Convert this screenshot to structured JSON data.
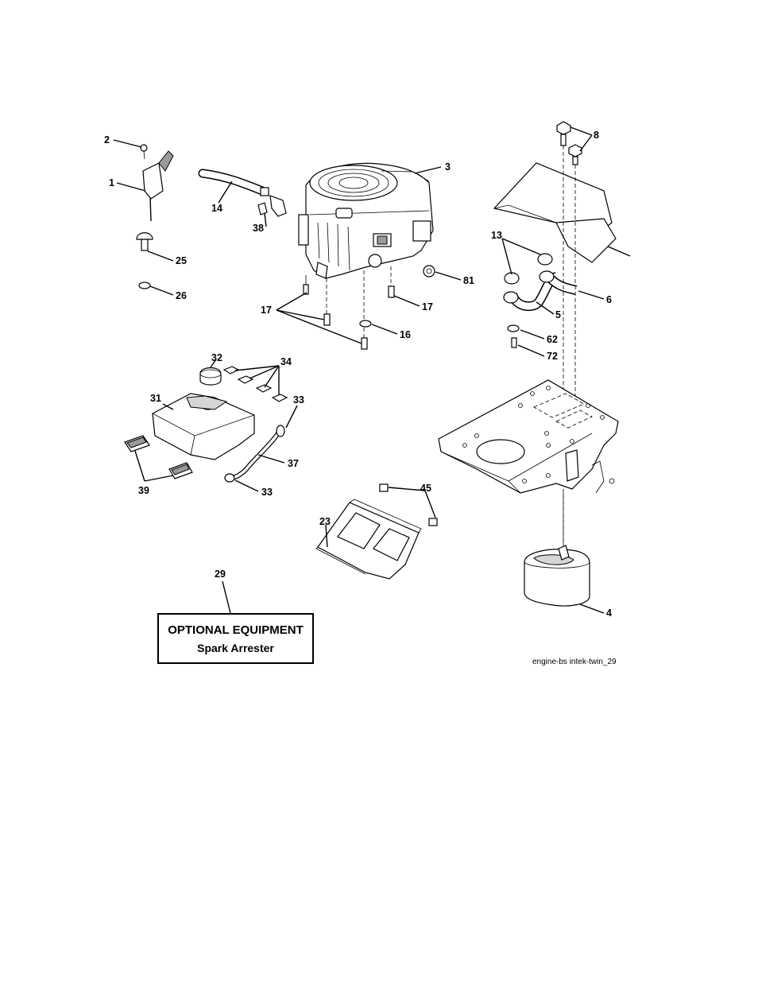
{
  "callouts": {
    "c1": "1",
    "c2": "2",
    "c3": "3",
    "c4": "4",
    "c5": "5",
    "c6": "6",
    "c8": "8",
    "c13": "13",
    "c14": "14",
    "c16": "16",
    "c17a": "17",
    "c17b": "17",
    "c23": "23",
    "c25": "25",
    "c26": "26",
    "c29": "29",
    "c31": "31",
    "c32": "32",
    "c33a": "33",
    "c33b": "33",
    "c34": "34",
    "c37": "37",
    "c38": "38",
    "c39": "39",
    "c45": "45",
    "c62": "62",
    "c72": "72",
    "c81": "81"
  },
  "optional_box": {
    "heading": "OPTIONAL EQUIPMENT",
    "item": "Spark Arrester"
  },
  "caption": "engine-bs intek-twin_29"
}
